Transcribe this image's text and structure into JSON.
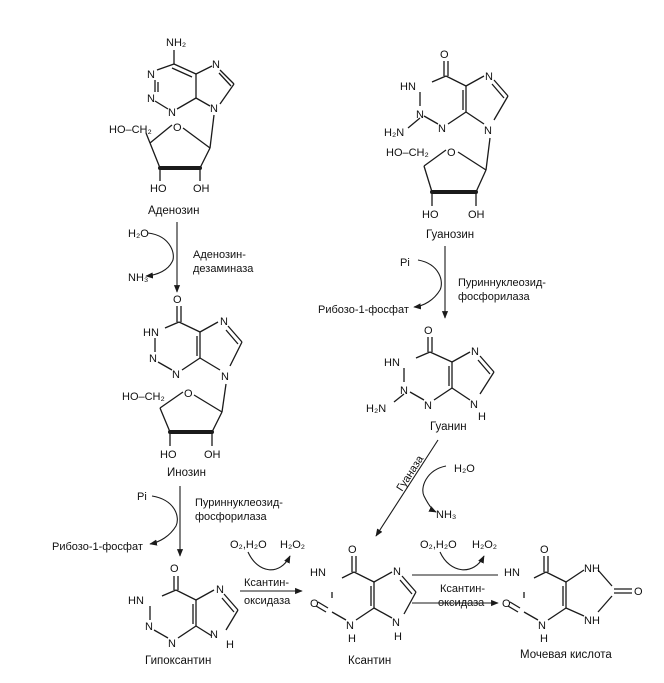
{
  "molecules": {
    "adenosine": {
      "name": "Аденозин",
      "substituent": "NH₂",
      "sugar_group": "HO–CH₂",
      "oh1": "HO",
      "oh2": "OH"
    },
    "inosine": {
      "name": "Инозин",
      "sugar_group": "HO–CH₂",
      "oh1": "HO",
      "oh2": "OH"
    },
    "hypoxanthine": {
      "name": "Гипоксантин"
    },
    "guanosine": {
      "name": "Гуанозин",
      "amino": "H₂N",
      "sugar_group": "HO–CH₂",
      "oh1": "HO",
      "oh2": "OH"
    },
    "guanine": {
      "name": "Гуанин",
      "amino": "H₂N"
    },
    "xanthine": {
      "name": "Ксантин"
    },
    "uric_acid": {
      "name": "Мочевая кислота"
    }
  },
  "atoms": {
    "N": "N",
    "HN": "HN",
    "H": "H",
    "O": "O",
    "NH": "NH"
  },
  "reactions": {
    "adenosine_deaminase": {
      "enzyme_line1": "Аденозин-",
      "enzyme_line2": "дезаминаза",
      "reactant": "H₂O",
      "product": "NH₃"
    },
    "pnp_left": {
      "enzyme_line1": "Пуриннуклеозид-",
      "enzyme_line2": "фосфорилаза",
      "reactant": "Pi",
      "product": "Рибозо-1-фосфат"
    },
    "pnp_right": {
      "enzyme_line1": "Пуриннуклеозид-",
      "enzyme_line2": "фосфорилаза",
      "reactant": "Pi",
      "product": "Рибозо-1-фосфат"
    },
    "guanase": {
      "enzyme": "Гуаназа",
      "reactant": "H₂O",
      "product": "NH₃"
    },
    "xanthine_oxidase_1": {
      "enzyme_line1": "Ксантин-",
      "enzyme_line2": "оксидаза",
      "reactant": "O₂,H₂O",
      "product": "H₂O₂"
    },
    "xanthine_oxidase_2": {
      "enzyme_line1": "Ксантин-",
      "enzyme_line2": "оксидаза",
      "reactant": "O₂,H₂O",
      "product": "H₂O₂"
    }
  }
}
